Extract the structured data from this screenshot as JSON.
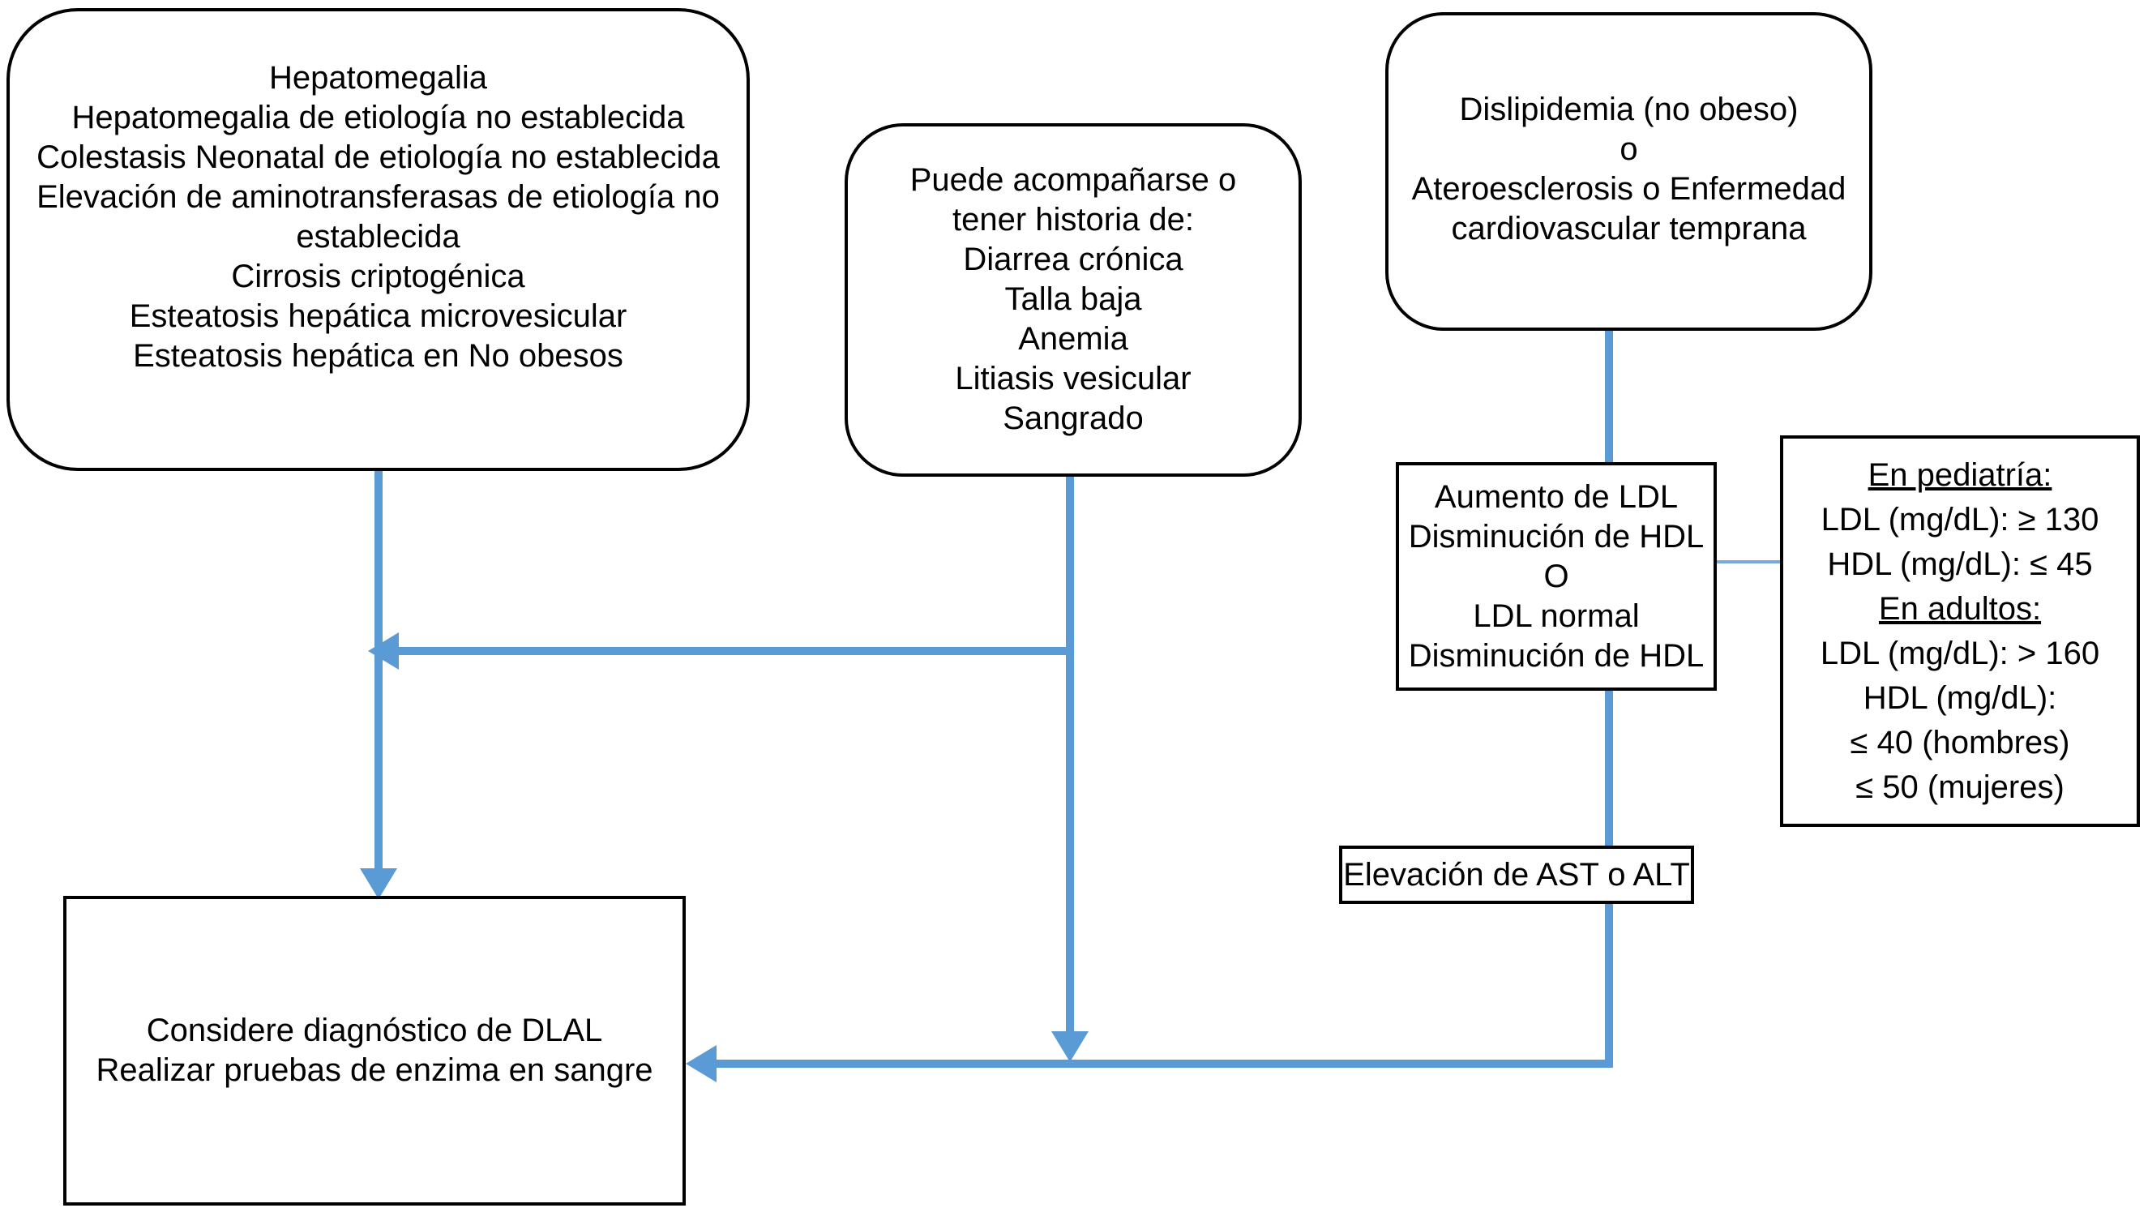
{
  "colors": {
    "arrow_blue": "#5b9bd5",
    "thin_connector_blue": "#7aa9d9",
    "box_border": "#000000",
    "background": "#ffffff"
  },
  "boxes": {
    "signs": {
      "lines": [
        "Hepatomegalia",
        "Hepatomegalia de etiología no establecida",
        "Colestasis Neonatal de etiología no establecida",
        "Elevación de aminotransferasas de etiología no establecida",
        "Cirrosis criptogénica",
        "Esteatosis hepática microvesicular",
        "Esteatosis hepática en No obesos"
      ]
    },
    "history": {
      "lines": [
        "Puede acompañarse o",
        "tener historia de:",
        "Diarrea crónica",
        "Talla baja",
        "Anemia",
        "Litiasis vesicular",
        "Sangrado"
      ]
    },
    "dyslipidemia": {
      "lines": [
        "Dislipidemia (no obeso)",
        "o",
        "Ateroesclerosis o Enfermedad cardiovascular temprana"
      ]
    },
    "lipids": {
      "lines": [
        "Aumento de LDL",
        "Disminución de HDL",
        "O",
        "LDL normal",
        "Disminución de HDL"
      ]
    },
    "thresholds": {
      "lines": [
        "En pediatría:",
        "LDL (mg/dL): ≥ 130",
        "HDL (mg/dL): ≤ 45",
        "En adultos: ",
        "LDL (mg/dL): > 160",
        "HDL (mg/dL):",
        "≤ 40 (hombres)",
        "≤ 50 (mujeres)"
      ]
    },
    "enzymes": {
      "label": "Elevación de AST o ALT"
    },
    "diagnosis": {
      "lines": [
        "Considere diagnóstico de DLAL",
        "Realizar pruebas de enzima en sangre"
      ]
    }
  }
}
